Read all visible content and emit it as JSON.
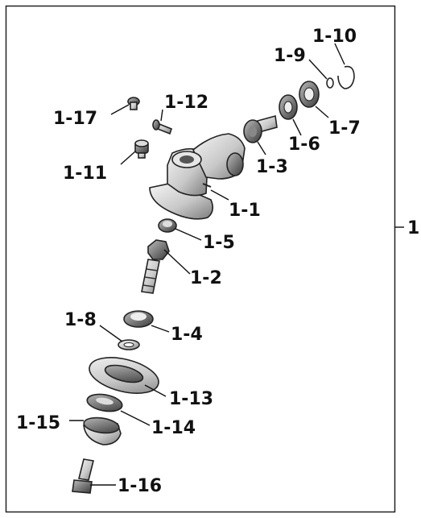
{
  "assembly_label": "1",
  "parts": [
    {
      "id": "p1-1",
      "label": "1-1"
    },
    {
      "id": "p1-2",
      "label": "1-2"
    },
    {
      "id": "p1-3",
      "label": "1-3"
    },
    {
      "id": "p1-4",
      "label": "1-4"
    },
    {
      "id": "p1-5",
      "label": "1-5"
    },
    {
      "id": "p1-6",
      "label": "1-6"
    },
    {
      "id": "p1-7",
      "label": "1-7"
    },
    {
      "id": "p1-8",
      "label": "1-8"
    },
    {
      "id": "p1-9",
      "label": "1-9"
    },
    {
      "id": "p1-10",
      "label": "1-10"
    },
    {
      "id": "p1-11",
      "label": "1-11"
    },
    {
      "id": "p1-12",
      "label": "1-12"
    },
    {
      "id": "p1-13",
      "label": "1-13"
    },
    {
      "id": "p1-14",
      "label": "1-14"
    },
    {
      "id": "p1-15",
      "label": "1-15"
    },
    {
      "id": "p1-16",
      "label": "1-16"
    },
    {
      "id": "p1-17",
      "label": "1-17"
    }
  ]
}
